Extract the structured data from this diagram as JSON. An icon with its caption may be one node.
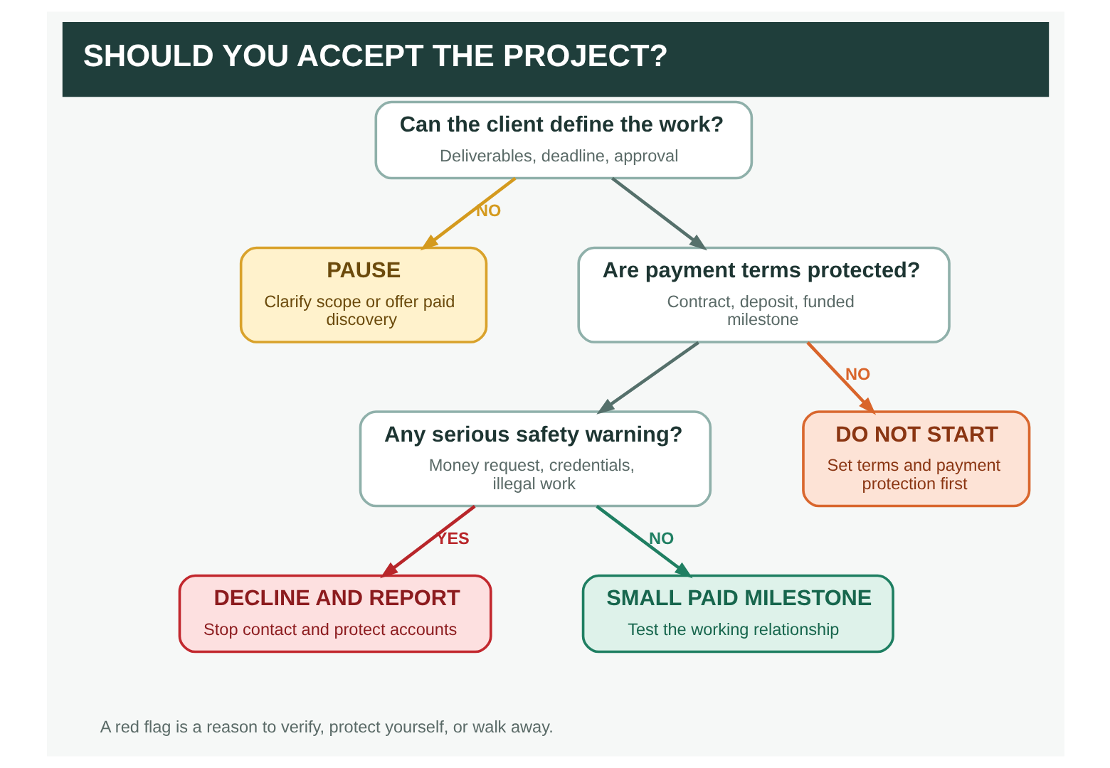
{
  "diagram": {
    "title": "SHOULD YOU ACCEPT THE PROJECT?",
    "caption": "A red flag is a reason to verify, protect yourself, or walk away.",
    "nodes": [
      {
        "text": [
          "Can the client define the work?",
          "Deliverables, deadline, approval"
        ]
      },
      {
        "text": [
          "PAUSE",
          "Clarify scope or offer paid discovery"
        ]
      },
      {
        "text": [
          "Are payment terms protected?",
          "Contract, deposit, funded milestone"
        ]
      },
      {
        "text": [
          "DO NOT START",
          "Set terms and payment protection first"
        ]
      },
      {
        "text": [
          "Any serious safety warning?",
          "Money request, credentials, illegal work"
        ]
      },
      {
        "text": [
          "DECLINE AND REPORT",
          "Stop contact and protect accounts"
        ]
      },
      {
        "text": [
          "SMALL PAID MILESTONE",
          "Test the working relationship"
        ]
      }
    ],
    "edges": [
      {
        "from": 0,
        "to": 1,
        "arrow": "to",
        "label": "NO",
        "color": "#d49a1e"
      },
      {
        "from": 0,
        "to": 2,
        "arrow": "to"
      },
      {
        "from": 2,
        "to": 3,
        "arrow": "to",
        "label": "NO",
        "color": "#d9652b"
      },
      {
        "from": 2,
        "to": 4,
        "arrow": "to"
      },
      {
        "from": 4,
        "to": 5,
        "arrow": "to",
        "label": "YES",
        "color": "#b8262a"
      },
      {
        "from": 4,
        "to": 6,
        "arrow": "to",
        "label": "NO",
        "color": "#1f7f62"
      }
    ]
  }
}
